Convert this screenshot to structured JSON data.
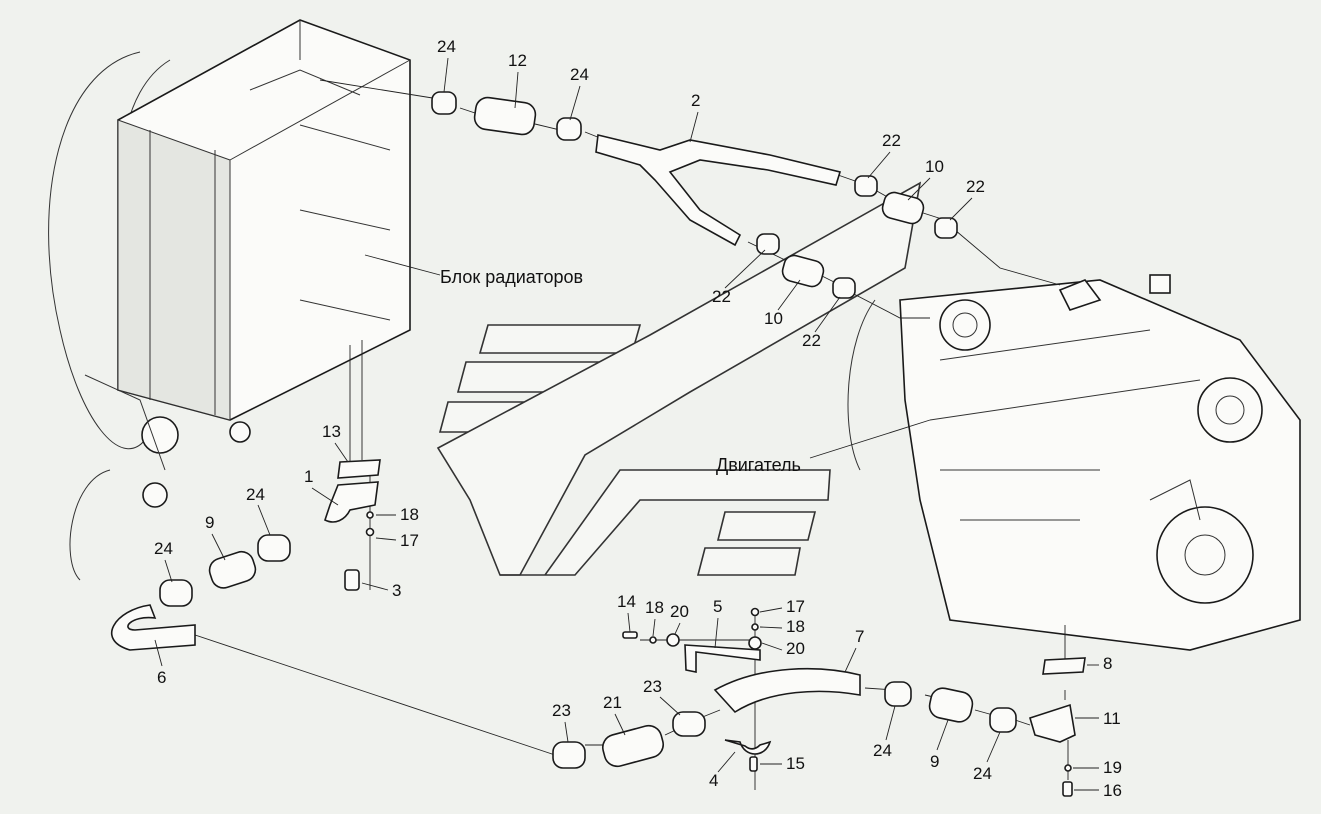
{
  "labels": {
    "radiator_block": "Блок радиаторов",
    "engine": "Двигатель"
  },
  "callouts": [
    {
      "id": "c24a",
      "text": "24"
    },
    {
      "id": "c12",
      "text": "12"
    },
    {
      "id": "c24b",
      "text": "24"
    },
    {
      "id": "c2",
      "text": "2"
    },
    {
      "id": "c22a",
      "text": "22"
    },
    {
      "id": "c10a",
      "text": "10"
    },
    {
      "id": "c22b",
      "text": "22"
    },
    {
      "id": "c22c",
      "text": "22"
    },
    {
      "id": "c10b",
      "text": "10"
    },
    {
      "id": "c22d",
      "text": "22"
    },
    {
      "id": "c13",
      "text": "13"
    },
    {
      "id": "c1",
      "text": "1"
    },
    {
      "id": "c18a",
      "text": "18"
    },
    {
      "id": "c17a",
      "text": "17"
    },
    {
      "id": "c3",
      "text": "3"
    },
    {
      "id": "c24c",
      "text": "24"
    },
    {
      "id": "c9a",
      "text": "9"
    },
    {
      "id": "c24d",
      "text": "24"
    },
    {
      "id": "c6",
      "text": "6"
    },
    {
      "id": "c14",
      "text": "14"
    },
    {
      "id": "c18b",
      "text": "18"
    },
    {
      "id": "c20a",
      "text": "20"
    },
    {
      "id": "c5",
      "text": "5"
    },
    {
      "id": "c17b",
      "text": "17"
    },
    {
      "id": "c18c",
      "text": "18"
    },
    {
      "id": "c20b",
      "text": "20"
    },
    {
      "id": "c7",
      "text": "7"
    },
    {
      "id": "c8",
      "text": "8"
    },
    {
      "id": "c23a",
      "text": "23"
    },
    {
      "id": "c21",
      "text": "21"
    },
    {
      "id": "c23b",
      "text": "23"
    },
    {
      "id": "c4",
      "text": "4"
    },
    {
      "id": "c15",
      "text": "15"
    },
    {
      "id": "c24e",
      "text": "24"
    },
    {
      "id": "c9b",
      "text": "9"
    },
    {
      "id": "c24f",
      "text": "24"
    },
    {
      "id": "c11",
      "text": "11"
    },
    {
      "id": "c19",
      "text": "19"
    },
    {
      "id": "c16",
      "text": "16"
    }
  ]
}
